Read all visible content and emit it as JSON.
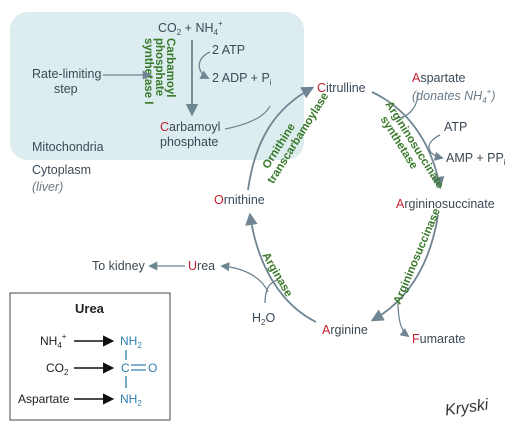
{
  "mito": {
    "co2": "CO",
    "co2_sub": "2",
    "plus": " + NH",
    "nh4_sub": "4",
    "nh4_sup": "+",
    "enzyme_line1": "Carbamoyl",
    "enzyme_line2": "phosphate",
    "enzyme_line3": "synthetase I",
    "atp_in": "2 ATP",
    "adp_out": "2 ADP + P",
    "adp_sub": "i",
    "rate_line1": "Rate-limiting",
    "rate_line2": "step",
    "product_first": "C",
    "product_rest": "arbamoyl",
    "product_line2": "phosphate",
    "compartment": "Mitochondria"
  },
  "cyto": {
    "compartment": "Cytoplasm",
    "organ": "(liver)"
  },
  "cycle": {
    "citrulline_first": "C",
    "citrulline_rest": "itrulline",
    "aspartate_first": "A",
    "aspartate_rest": "spartate",
    "donates": "(donates NH",
    "donates_sub": "4",
    "donates_sup": "+",
    "donates_close": ")",
    "enz_ass_line1": "Argininosuccinate",
    "enz_ass_line2": "synthetase",
    "atp": "ATP",
    "amp": "AMP + PP",
    "amp_sub": "i",
    "argsucc_first": "A",
    "argsucc_rest": "rgininosuccinate",
    "enz_asl": "Argininosuccinase",
    "fumarate_first": "F",
    "fumarate_rest": "umarate",
    "arginine_first": "A",
    "arginine_rest": "rginine",
    "enz_arginase": "Arginase",
    "water": "H",
    "water_sub": "2",
    "water_end": "O",
    "urea_first": "U",
    "urea_rest": "rea",
    "to_kidney": "To kidney",
    "ornithine_first": "O",
    "ornithine_rest": "rnithine",
    "enz_otc_line1": "Ornithine",
    "enz_otc_line2": "transcarbamoylase"
  },
  "legend": {
    "title": "Urea",
    "row1_label": "NH",
    "row1_sub": "4",
    "row1_sup": "+",
    "row2_label": "CO",
    "row2_sub": "2",
    "row3_label": "Aspartate",
    "nh2_top": "NH",
    "nh2_top_sub": "2",
    "carbonyl_c": "C",
    "carbonyl_o": "O",
    "nh2_bottom": "NH",
    "nh2_bottom_sub": "2"
  },
  "signature": "Kryski",
  "colors": {
    "mito_fill": "#dcecef",
    "arrow": "#6f8592",
    "enzyme": "#3a7a2c",
    "highlight": "#c41e2e",
    "structure": "#2f7fb0"
  }
}
